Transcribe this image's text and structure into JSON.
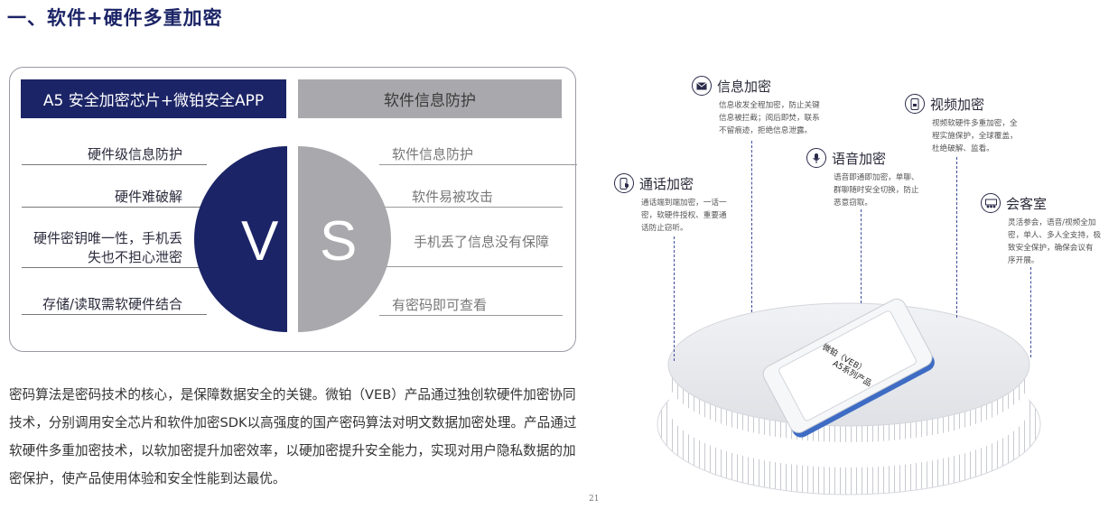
{
  "section_title": "一、软件+硬件多重加密",
  "comparison": {
    "left_header": "A5 安全加密芯片+微铂安全APP",
    "right_header": "软件信息防护",
    "left_letter": "V",
    "right_letter": "S",
    "left_items": [
      "硬件级信息防护",
      "硬件难破解",
      "硬件密钥唯一性，手机丢",
      "失也不担心泄密",
      "存储/读取需软硬件结合"
    ],
    "right_items": [
      "软件信息防护",
      "软件易被攻击",
      "手机丢了信息没有保障",
      "有密码即可查看"
    ]
  },
  "body_text": "密码算法是密码技术的核心，是保障数据安全的关键。微铂（VEB）产品通过独创软硬件加密协同技术，分别调用安全芯片和软件加密SDK以高强度的国产密码算法对明文数据加密处理。产品通过软硬件多重加密技术，以软加密提升加密效率，以硬加密提升安全能力，实现对用户隐私数据的加密保护，使产品使用体验和安全性能到达最优。",
  "page_number": "21",
  "device_label": [
    "微铂（VEB）",
    "A5系列产品"
  ],
  "features": {
    "info": {
      "title": "信息加密",
      "desc": [
        "信息收发全程加密，防止关键",
        "信息被拦截；阅后即焚，联系",
        "不留痕迹，拒绝信息泄露。"
      ],
      "icon": "envelope-icon"
    },
    "video": {
      "title": "视频加密",
      "desc": [
        "视频软硬件多重加密，全",
        "程实施保护，全球覆盖，",
        "杜绝破解、监看。"
      ],
      "icon": "video-phone-icon"
    },
    "voice": {
      "title": "语音加密",
      "desc": [
        "语音即通即加密，单聊、",
        "群聊随时安全切换，防止",
        "恶意窃取。"
      ],
      "icon": "mic-icon"
    },
    "call": {
      "title": "通话加密",
      "desc": [
        "通话端到端加密，一话一",
        "密，软硬件授权、重要通",
        "话防止窃听。"
      ],
      "icon": "phone-shield-icon"
    },
    "meeting": {
      "title": "会客室",
      "desc": [
        "灵活参会，语音/视频全加",
        "密，单人、多人全支持，极",
        "致安全保护，确保会议有",
        "序开展。"
      ],
      "icon": "meeting-icon"
    }
  },
  "colors": {
    "navy": "#1b2466",
    "gray": "#a9a9ad",
    "accent_blue": "#3e6cc4"
  }
}
